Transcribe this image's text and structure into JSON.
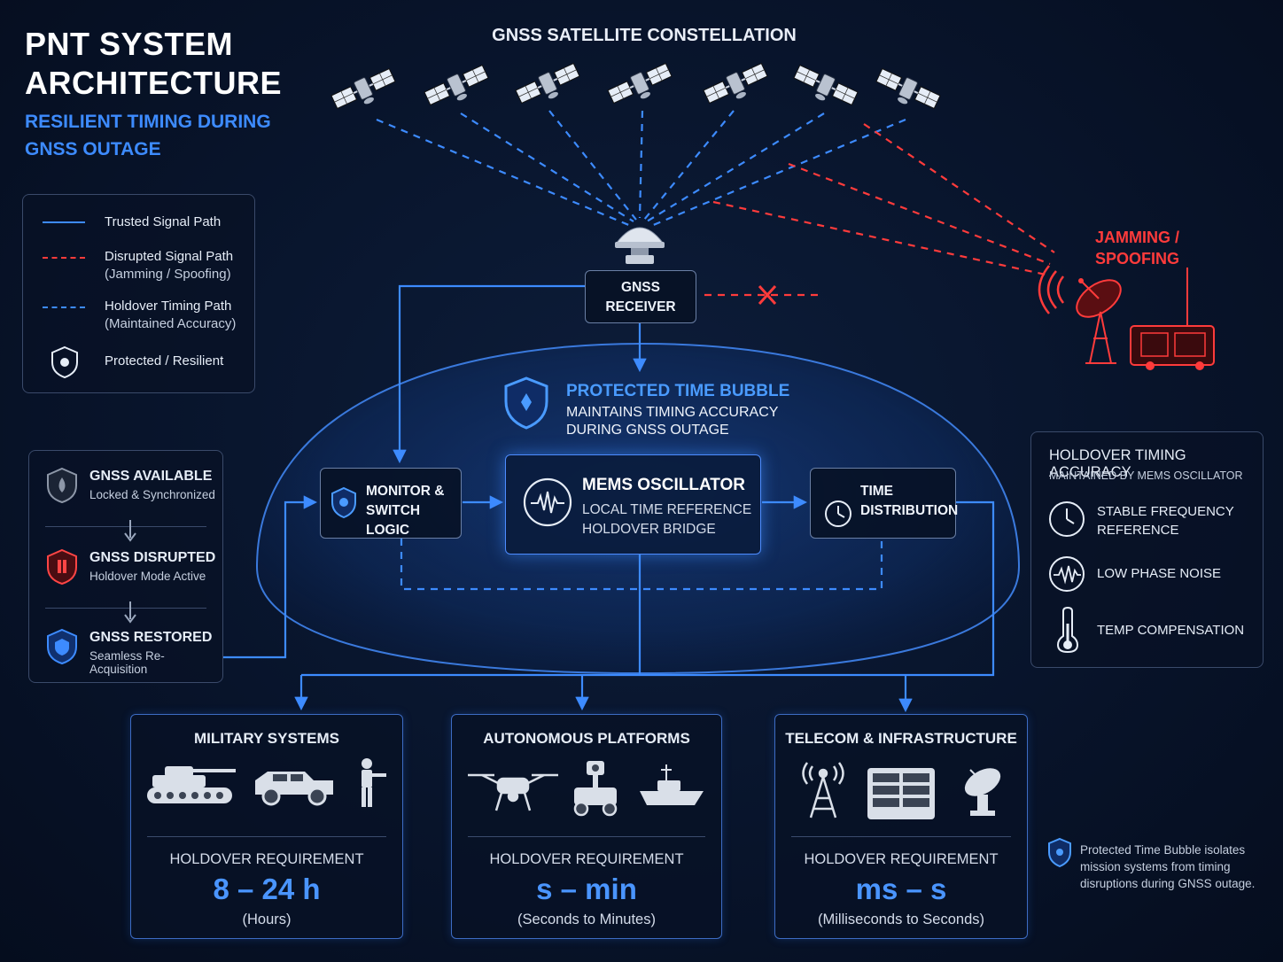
{
  "header": {
    "title": "PNT SYSTEM\nARCHITECTURE",
    "subtitle": "RESILIENT TIMING DURING\nGNSS OUTAGE"
  },
  "constellation": {
    "title": "GNSS SATELLITE CONSTELLATION"
  },
  "legend": {
    "items": [
      {
        "label": "Trusted Signal Path",
        "sub": ""
      },
      {
        "label": "Disrupted Signal Path",
        "sub": "(Jamming / Spoofing)"
      },
      {
        "label": "Holdover Timing Path",
        "sub": "(Maintained Accuracy)"
      },
      {
        "label": "Protected / Resilient",
        "sub": ""
      }
    ]
  },
  "receiver": {
    "label": "GNSS\nRECEIVER"
  },
  "jamming": {
    "label": "JAMMING /\nSPOOFING"
  },
  "bubble": {
    "title": "PROTECTED TIME BUBBLE",
    "subtitle": "MAINTAINS TIMING ACCURACY\nDURING GNSS OUTAGE"
  },
  "nodes": {
    "monitor": "MONITOR &\nSWITCH LOGIC",
    "mems_title": "MEMS OSCILLATOR",
    "mems_line1": "LOCAL TIME REFERENCE",
    "mems_line2": "HOLDOVER BRIDGE",
    "distribution": "TIME\nDISTRIBUTION"
  },
  "states": [
    {
      "title": "GNSS AVAILABLE",
      "sub": "Locked & Synchronized"
    },
    {
      "title": "GNSS DISRUPTED",
      "sub": "Holdover Mode Active"
    },
    {
      "title": "GNSS RESTORED",
      "sub": "Seamless Re-Acquisition"
    }
  ],
  "holdover_accuracy": {
    "title": "HOLDOVER TIMING ACCURACY",
    "subtitle": "MAINTAINED BY MEMS OSCILLATOR",
    "items": [
      "STABLE FREQUENCY\nREFERENCE",
      "LOW PHASE NOISE",
      "TEMP COMPENSATION"
    ]
  },
  "categories": [
    {
      "title": "MILITARY SYSTEMS",
      "req_label": "HOLDOVER REQUIREMENT",
      "value": "8 – 24 h",
      "unit": "(Hours)"
    },
    {
      "title": "AUTONOMOUS PLATFORMS",
      "req_label": "HOLDOVER REQUIREMENT",
      "value": "s – min",
      "unit": "(Seconds to Minutes)"
    },
    {
      "title": "TELECOM & INFRASTRUCTURE",
      "req_label": "HOLDOVER REQUIREMENT",
      "value": "ms – s",
      "unit": "(Milliseconds to Seconds)"
    }
  ],
  "note": "Protected Time Bubble isolates mission systems from timing disruptions during GNSS outage.",
  "colors": {
    "trusted": "#3d8bff",
    "disrupted": "#ff3b3b",
    "holdover": "#3d8bff",
    "panel_border": "#3a4a6a"
  },
  "icons": [
    "satellite-icon",
    "antenna-icon",
    "shield-icon",
    "waveform-icon",
    "clock-icon",
    "thermometer-icon",
    "tank-icon",
    "military-vehicle-icon",
    "soldier-icon",
    "drone-icon",
    "ground-robot-icon",
    "boat-icon",
    "cell-tower-icon",
    "server-rack-icon",
    "satellite-dish-icon",
    "jammer-dish-icon",
    "jammer-truck-icon"
  ]
}
